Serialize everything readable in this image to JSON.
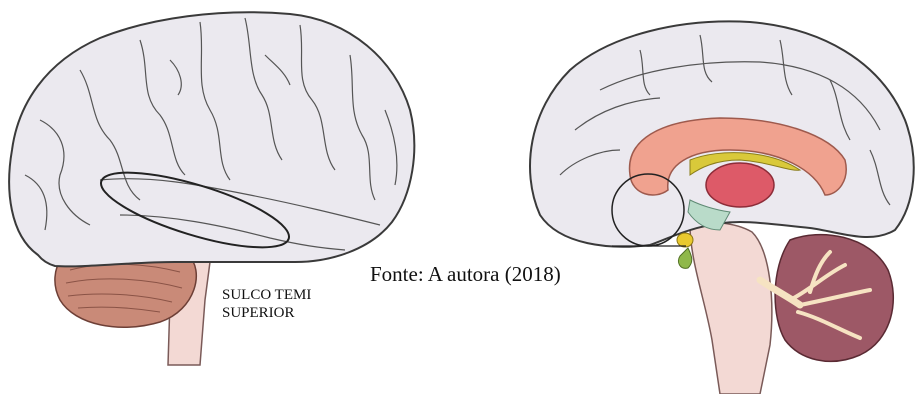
{
  "caption": "Fonte: A autora (2018)",
  "labels": {
    "sulcus_line1": "SULCO TEMI",
    "sulcus_line2": "SUPERIOR"
  },
  "colors": {
    "cortex": "#ebe9ef",
    "cortex_outline": "#3a3a3a",
    "cerebellum_lateral": "#c98a78",
    "brainstem": "#f3d9d4",
    "corpus_callosum": "#f0a28f",
    "thalamus": "#dd5a68",
    "fornix": "#d9c93a",
    "hypothalamus": "#b9dbc9",
    "amygdala": "#e9c92f",
    "pituitary": "#8fb84a",
    "cerebellum_medial": "#9d5866",
    "arbor_vitae": "#f6e3c2"
  }
}
